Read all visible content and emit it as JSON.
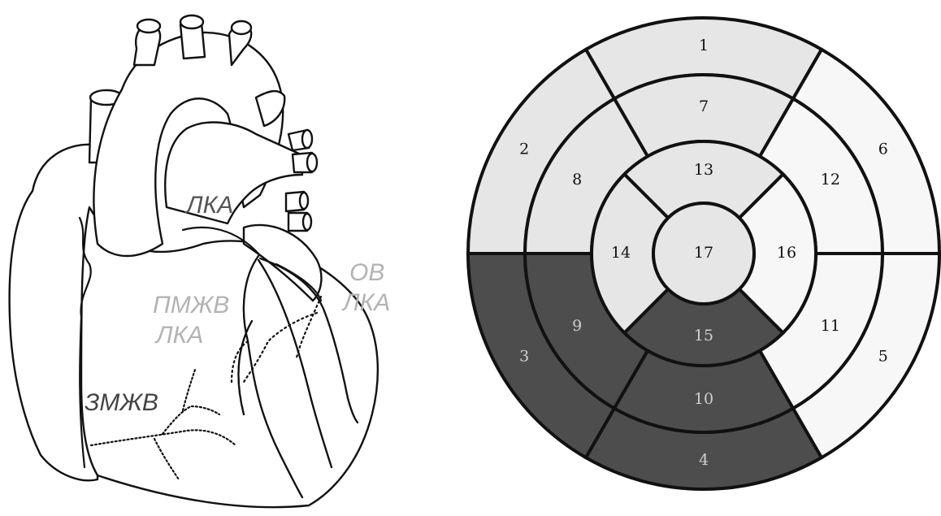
{
  "heart": {
    "labels": {
      "lka": "ЛКА",
      "ov": "ОВ",
      "ov_lka": "ЛКА",
      "pmzhv": "ПМЖВ",
      "pmzhv_lka": "ЛКА",
      "zmzhv": "ЗМЖВ"
    },
    "colors": {
      "lka": "#555555",
      "branch_labels": "#b3b3b3",
      "zmzhv": "#444444",
      "right_artery": "#555555",
      "dotted_posterior": "#999999"
    }
  },
  "bullseye": {
    "colors": {
      "light": "#e6e6e6",
      "white": "#f7f7f7",
      "dark": "#4d4d4d",
      "border": "#111111"
    },
    "segments": [
      {
        "num": "1",
        "shade": "light"
      },
      {
        "num": "2",
        "shade": "light"
      },
      {
        "num": "3",
        "shade": "dark"
      },
      {
        "num": "4",
        "shade": "dark"
      },
      {
        "num": "5",
        "shade": "white"
      },
      {
        "num": "6",
        "shade": "white"
      },
      {
        "num": "7",
        "shade": "light"
      },
      {
        "num": "8",
        "shade": "light"
      },
      {
        "num": "9",
        "shade": "dark"
      },
      {
        "num": "10",
        "shade": "dark"
      },
      {
        "num": "11",
        "shade": "white"
      },
      {
        "num": "12",
        "shade": "white"
      },
      {
        "num": "13",
        "shade": "light"
      },
      {
        "num": "14",
        "shade": "light"
      },
      {
        "num": "15",
        "shade": "dark"
      },
      {
        "num": "16",
        "shade": "white"
      },
      {
        "num": "17",
        "shade": "light"
      }
    ]
  }
}
